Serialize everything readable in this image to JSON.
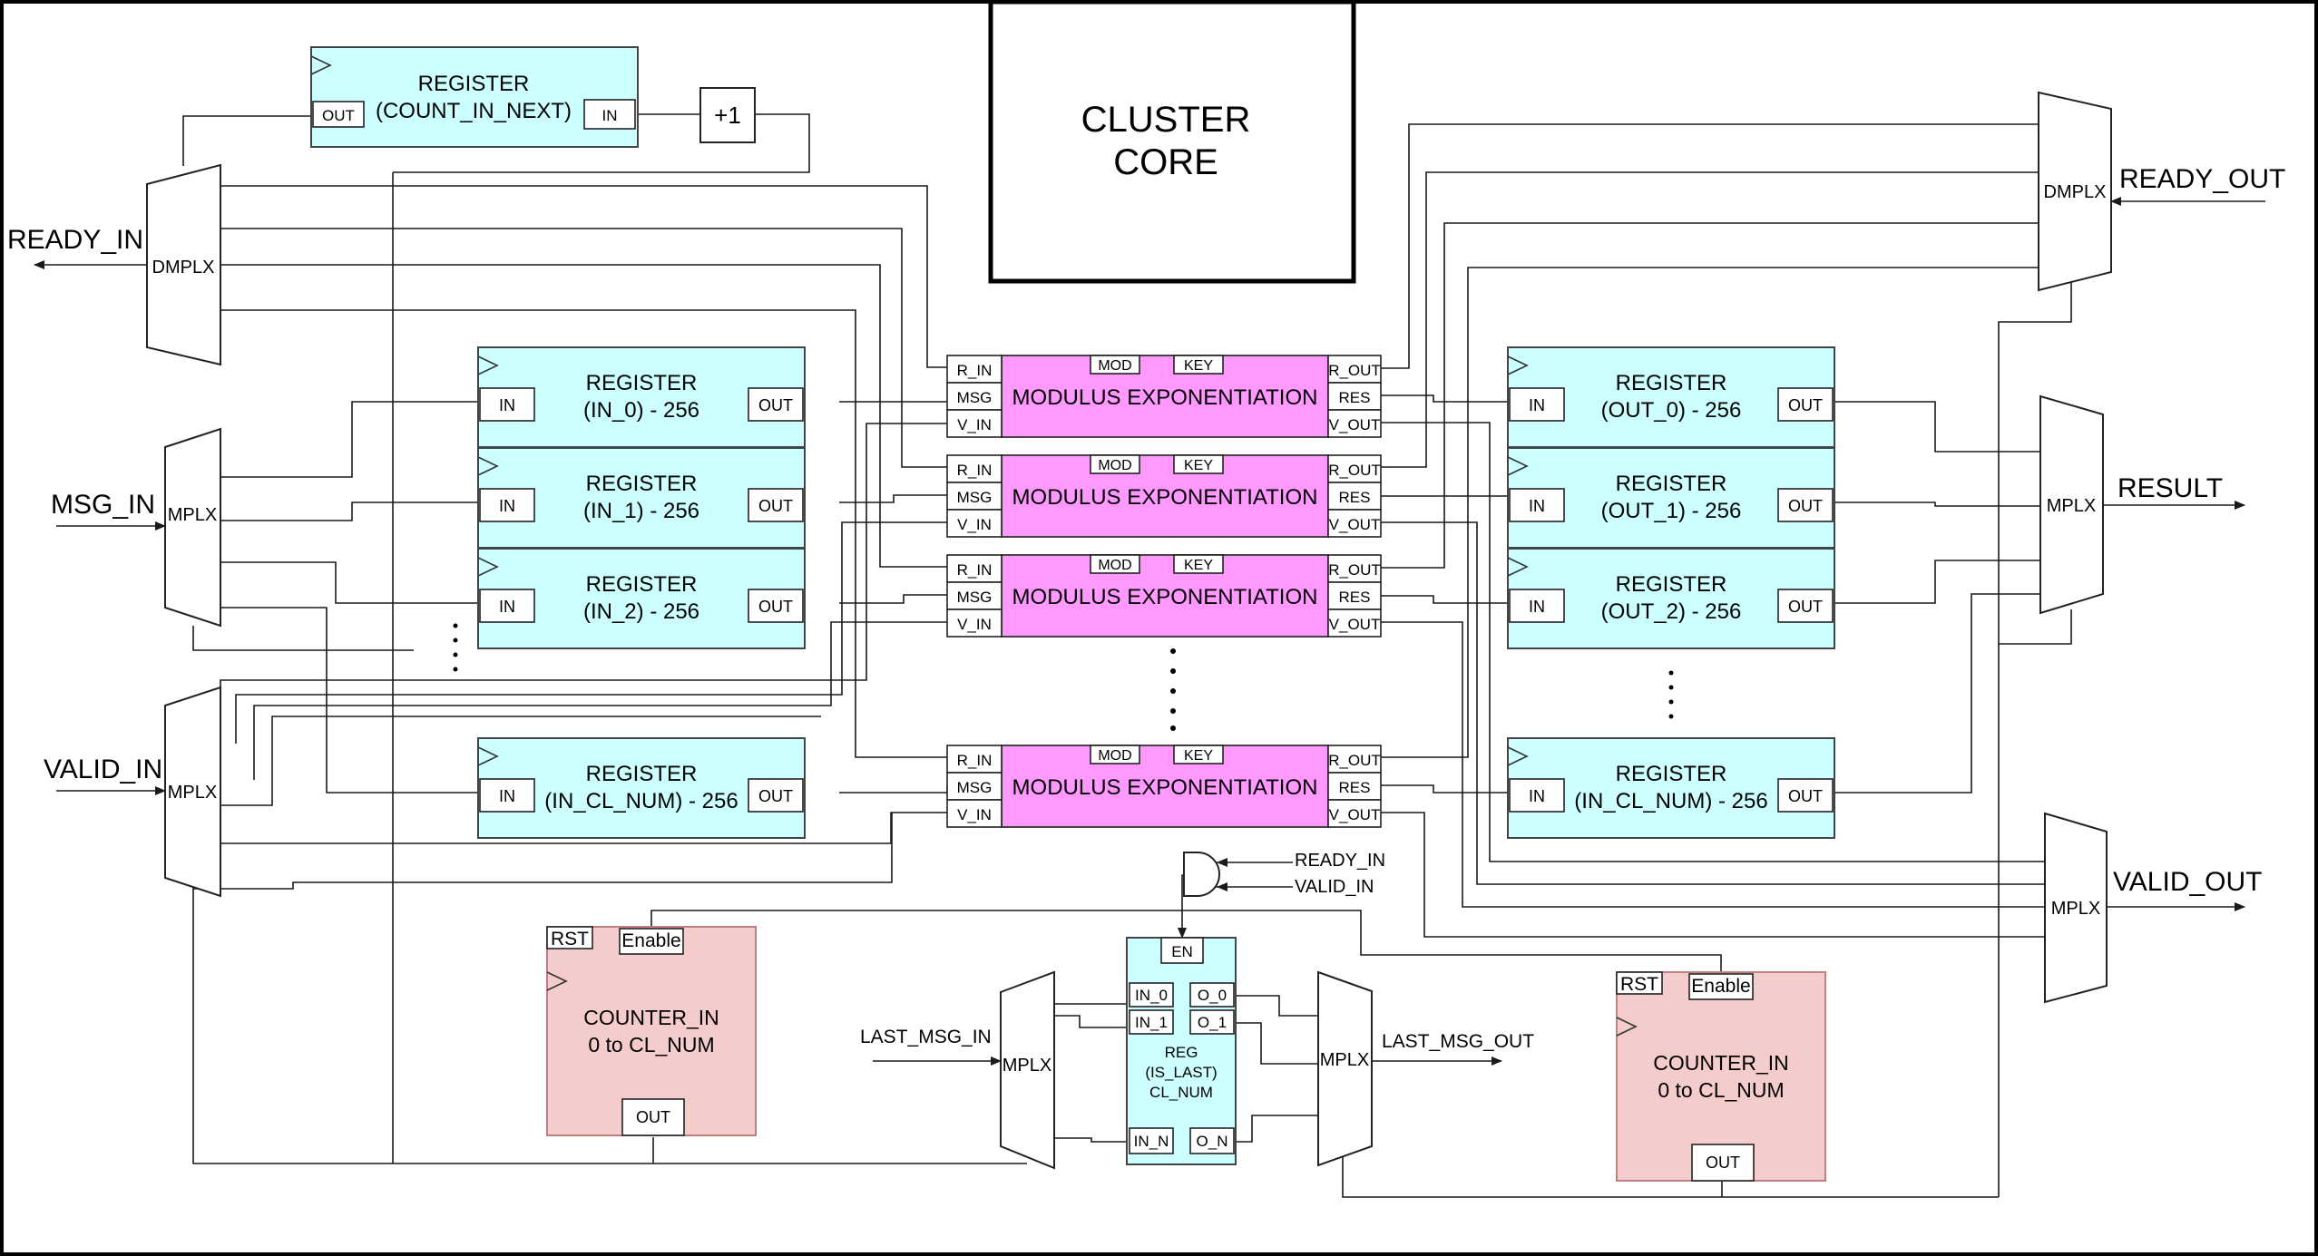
{
  "colors": {
    "register": "#ccffff",
    "modexp": "#ff99ff",
    "counter": "#f4cccc",
    "wire": "#1a1a1a",
    "border": "#000000"
  },
  "cluster": {
    "line1": "CLUSTER",
    "line2": "CORE"
  },
  "top_register": {
    "line1": "REGISTER",
    "line2": "(COUNT_IN_NEXT)",
    "out": "OUT",
    "in": "IN"
  },
  "increment": "+1",
  "signals": {
    "ready_in": "READY_IN",
    "msg_in": "MSG_IN",
    "valid_in": "VALID_IN",
    "ready_out": "READY_OUT",
    "result": "RESULT",
    "valid_out": "VALID_OUT",
    "last_msg_in": "LAST_MSG_IN",
    "last_msg_out": "LAST_MSG_OUT",
    "and_ready_in": "READY_IN",
    "and_valid_in": "VALID_IN"
  },
  "mux": {
    "dmplx_left": "DMPLX",
    "mplx_msg": "MPLX",
    "mplx_valid": "MPLX",
    "dmplx_right": "DMPLX",
    "mplx_result": "MPLX",
    "mplx_valid_out": "MPLX",
    "mplx_last_in": "MPLX",
    "mplx_last_out": "MPLX"
  },
  "in_registers": [
    {
      "title": "REGISTER",
      "sub": "(IN_0) - 256",
      "in": "IN",
      "out": "OUT"
    },
    {
      "title": "REGISTER",
      "sub": "(IN_1) - 256",
      "in": "IN",
      "out": "OUT"
    },
    {
      "title": "REGISTER",
      "sub": "(IN_2) - 256",
      "in": "IN",
      "out": "OUT"
    },
    {
      "title": "REGISTER",
      "sub": "(IN_CL_NUM) - 256",
      "in": "IN",
      "out": "OUT"
    }
  ],
  "out_registers": [
    {
      "title": "REGISTER",
      "sub": "(OUT_0) - 256",
      "in": "IN",
      "out": "OUT"
    },
    {
      "title": "REGISTER",
      "sub": "(OUT_1) - 256",
      "in": "IN",
      "out": "OUT"
    },
    {
      "title": "REGISTER",
      "sub": "(OUT_2) - 256",
      "in": "IN",
      "out": "OUT"
    },
    {
      "title": "REGISTER",
      "sub": "(IN_CL_NUM) - 256",
      "in": "IN",
      "out": "OUT"
    }
  ],
  "modexp_units": [
    {
      "label": "MODULUS EXPONENTIATION",
      "mod": "MOD",
      "key": "KEY",
      "r_in": "R_IN",
      "msg": "MSG",
      "v_in": "V_IN",
      "r_out": "R_OUT",
      "res": "RES",
      "v_out": "V_OUT"
    },
    {
      "label": "MODULUS EXPONENTIATION",
      "mod": "MOD",
      "key": "KEY",
      "r_in": "R_IN",
      "msg": "MSG",
      "v_in": "V_IN",
      "r_out": "R_OUT",
      "res": "RES",
      "v_out": "V_OUT"
    },
    {
      "label": "MODULUS EXPONENTIATION",
      "mod": "MOD",
      "key": "KEY",
      "r_in": "R_IN",
      "msg": "MSG",
      "v_in": "V_IN",
      "r_out": "R_OUT",
      "res": "RES",
      "v_out": "V_OUT"
    },
    {
      "label": "MODULUS EXPONENTIATION",
      "mod": "MOD",
      "key": "KEY",
      "r_in": "R_IN",
      "msg": "MSG",
      "v_in": "V_IN",
      "r_out": "R_OUT",
      "res": "RES",
      "v_out": "V_OUT"
    }
  ],
  "counter_left": {
    "rst": "RST",
    "enable": "Enable",
    "line1": "COUNTER_IN",
    "line2": "0 to CL_NUM",
    "out": "OUT"
  },
  "counter_right": {
    "rst": "RST",
    "enable": "Enable",
    "line1": "COUNTER_IN",
    "line2": "0 to CL_NUM",
    "out": "OUT"
  },
  "is_last_reg": {
    "en": "EN",
    "in_0": "IN_0",
    "in_1": "IN_1",
    "in_n": "IN_N",
    "o_0": "O_0",
    "o_1": "O_1",
    "o_n": "O_N",
    "line1": "REG",
    "line2": "(IS_LAST)",
    "line3": "CL_NUM"
  }
}
